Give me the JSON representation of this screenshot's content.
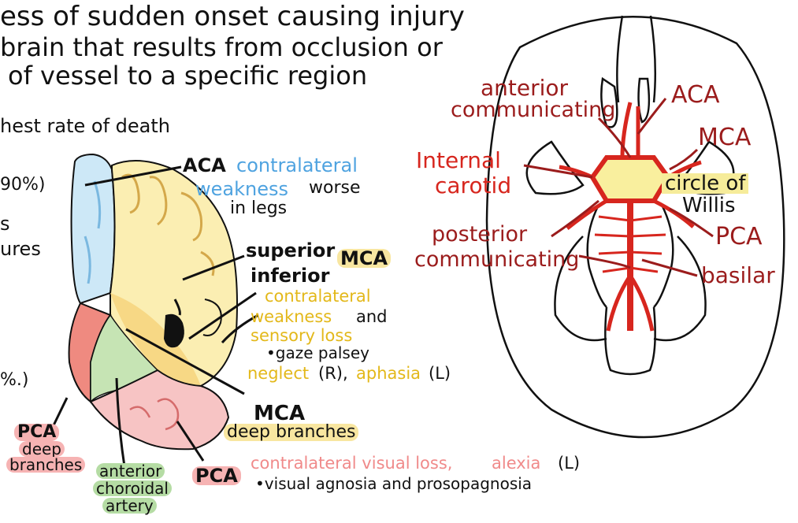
{
  "header": {
    "line1": "ess of sudden onset causing injury",
    "line2": "brain that results from occlusion or",
    "line3": "of vessel to a specific region"
  },
  "left_margin": {
    "line1": "hest rate of death",
    "frag_90": "90%)",
    "frag_s": "s",
    "frag_ures": "ures",
    "frag_pct": "%.)"
  },
  "brain_labels": {
    "aca": "ACA",
    "aca_desc_a": "contralateral",
    "aca_desc_b": "weakness",
    "aca_desc_c": "worse",
    "aca_desc_d": "in legs",
    "superior": "superior",
    "inferior": "inferior",
    "mca": "MCA",
    "mca_desc_1": "contralateral",
    "mca_desc_2a": "weakness",
    "mca_desc_2b": "and",
    "mca_desc_3": "sensory loss",
    "mca_desc_4": "•gaze palsey",
    "mca_desc_5a": "neglect",
    "mca_desc_5b": "(R),",
    "mca_desc_5c": "aphasia",
    "mca_desc_5d": "(L)",
    "mca_deep_1": "MCA",
    "mca_deep_2": "deep branches",
    "pca_deep_1": "PCA",
    "pca_deep_2": "deep",
    "pca_deep_3": "branches",
    "ant_chor_1": "anterior",
    "ant_chor_2": "choroidal",
    "ant_chor_3": "artery",
    "pca": "PCA",
    "pca_desc_1a": "contralateral visual loss,",
    "pca_desc_1b": "alexia",
    "pca_desc_1c": "(L)",
    "pca_desc_2": "•visual agnosia and prosopagnosia"
  },
  "circle_labels": {
    "anterior": "anterior",
    "communicating": "communicating",
    "aca": "ACA",
    "mca": "MCA",
    "internal": "Internal",
    "carotid": "carotid",
    "circle_of": "circle of",
    "willis": "Willis",
    "posterior": "posterior",
    "communicating2": "communicating",
    "pca": "PCA",
    "basilar": "basilar"
  },
  "colors": {
    "ink": "#111111",
    "maroon": "#9b1c1c",
    "artery_red": "#d7261e",
    "aca_blue": "#4fa3e0",
    "mca_yellow": "#e3b81a",
    "pca_pink": "#f08a8a",
    "choroidal_green": "#b5dca4"
  }
}
